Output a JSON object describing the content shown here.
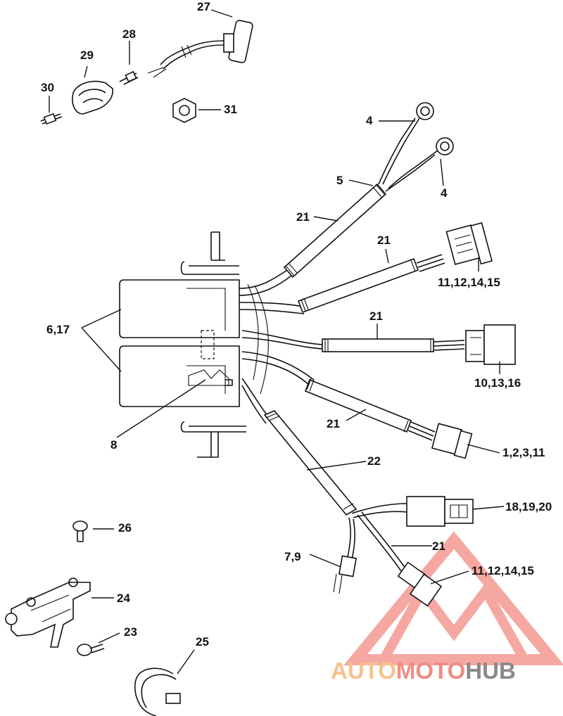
{
  "callouts": {
    "c27": "27",
    "c28": "28",
    "c29": "29",
    "c30": "30",
    "c31": "31",
    "c4a": "4",
    "c4b": "4",
    "c5": "5",
    "c21a": "21",
    "c21b": "21",
    "c21c": "21",
    "c21d": "21",
    "c21e": "21",
    "c22": "22",
    "c6_17": "6,17",
    "c8": "8",
    "c11_12_14_15a": "11,12,14,15",
    "c10_13_16": "10,13,16",
    "c1_2_3_11": "1,2,3,11",
    "c18_19_20": "18,19,20",
    "c7_9": "7,9",
    "c11_12_14_15b": "11,12,14,15",
    "c26": "26",
    "c24": "24",
    "c23": "23",
    "c25": "25"
  },
  "watermark": {
    "part1": "AUTO",
    "part2": "MOTO",
    "part3": "HUB",
    "colors": {
      "auto": "#f6c28b",
      "moto": "#f28b82",
      "hub": "#8a8a8a",
      "triangle": "#f28b82"
    }
  }
}
